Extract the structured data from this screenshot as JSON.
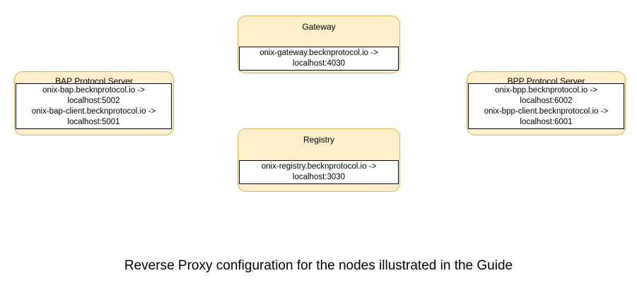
{
  "diagram": {
    "type": "network-architecture",
    "caption": "Reverse Proxy configuration for the nodes illustrated in the Guide",
    "colors": {
      "node_fill": "#ffeeca",
      "node_border": "#d6b656",
      "panel_fill": "#ffffff",
      "panel_border": "#000000",
      "text": "#000000",
      "background": "#ffffff"
    },
    "nodes": [
      {
        "id": "gateway",
        "title": "Gateway",
        "mappings": [
          "onix-gateway.becknprotocol.io ->",
          "localhost:4030"
        ]
      },
      {
        "id": "registry",
        "title": "Registry",
        "mappings": [
          "onix-registry.becknprotocol.io ->",
          "localhost:3030"
        ]
      },
      {
        "id": "bap",
        "title": "BAP Protocol Server",
        "mappings": [
          "onix-bap.becknprotocol.io ->",
          "localhost:5002",
          "onix-bap-client.becknprotocol.io ->",
          "localhost:5001"
        ]
      },
      {
        "id": "bpp",
        "title": "BPP Protocol Server",
        "mappings": [
          "onix-bpp.becknprotocol.io ->",
          "localhost:6002",
          "onix-bpp-client.becknprotocol.io ->",
          "localhost:6001"
        ]
      }
    ]
  }
}
